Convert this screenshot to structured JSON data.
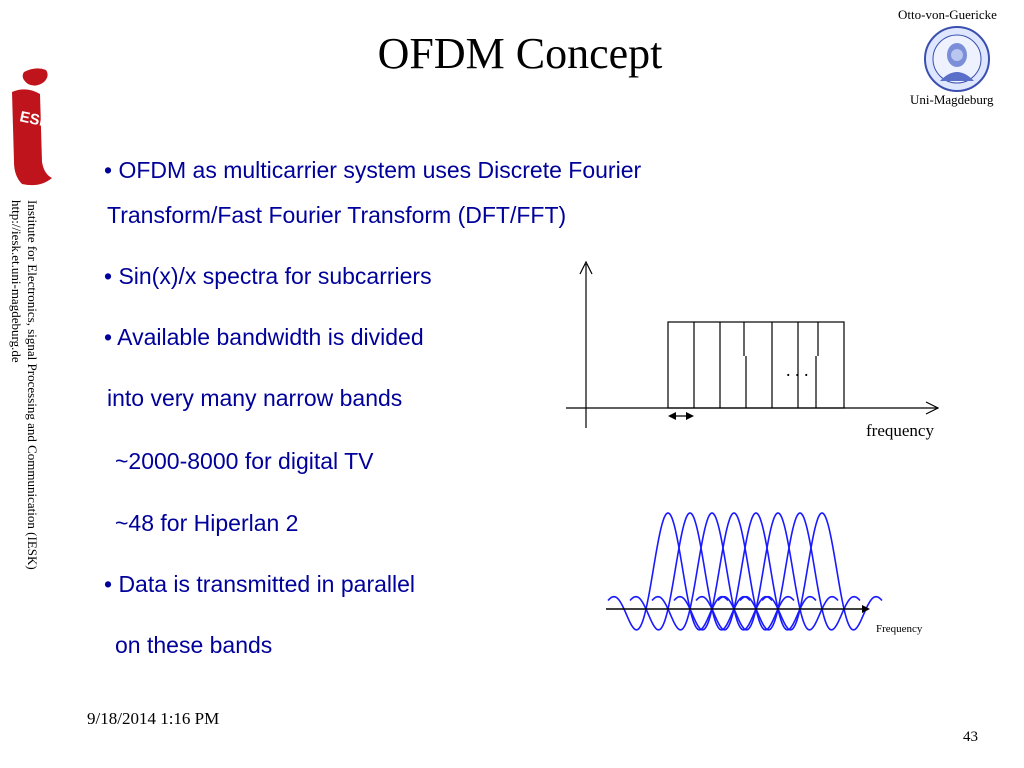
{
  "slide": {
    "title": "OFDM Concept",
    "university_top": "Otto-von-Guericke",
    "university_bottom": "Uni-Magdeburg",
    "logo_text": "ESK",
    "sidebar_line1": "Institute for Electronics, signal Processing and Communication (IESK)",
    "sidebar_line2": "http://iesk.et.uni-magdeburg.de",
    "date": "9/18/2014 1:16 PM",
    "page_number": "43"
  },
  "bullets": [
    "• OFDM as multicarrier system uses Discrete Fourier",
    "Transform/Fast Fourier Transform (DFT/FFT)",
    "• Sin(x)/x spectra for subcarriers",
    "• Available bandwidth is divided",
    "into very many narrow bands",
    "~2000-8000 for digital TV",
    "~48 for Hiperlan 2",
    "• Data is transmitted in parallel",
    "on these bands"
  ],
  "figures": {
    "band_diagram": {
      "axis_label": "frequency",
      "ellipsis": ". . ."
    },
    "spectrum_diagram": {
      "axis_label": "Frequency"
    }
  },
  "colors": {
    "text_blue": "#00009a",
    "spectrum_blue": "#1a1aff",
    "logo_red": "#c0141c"
  }
}
